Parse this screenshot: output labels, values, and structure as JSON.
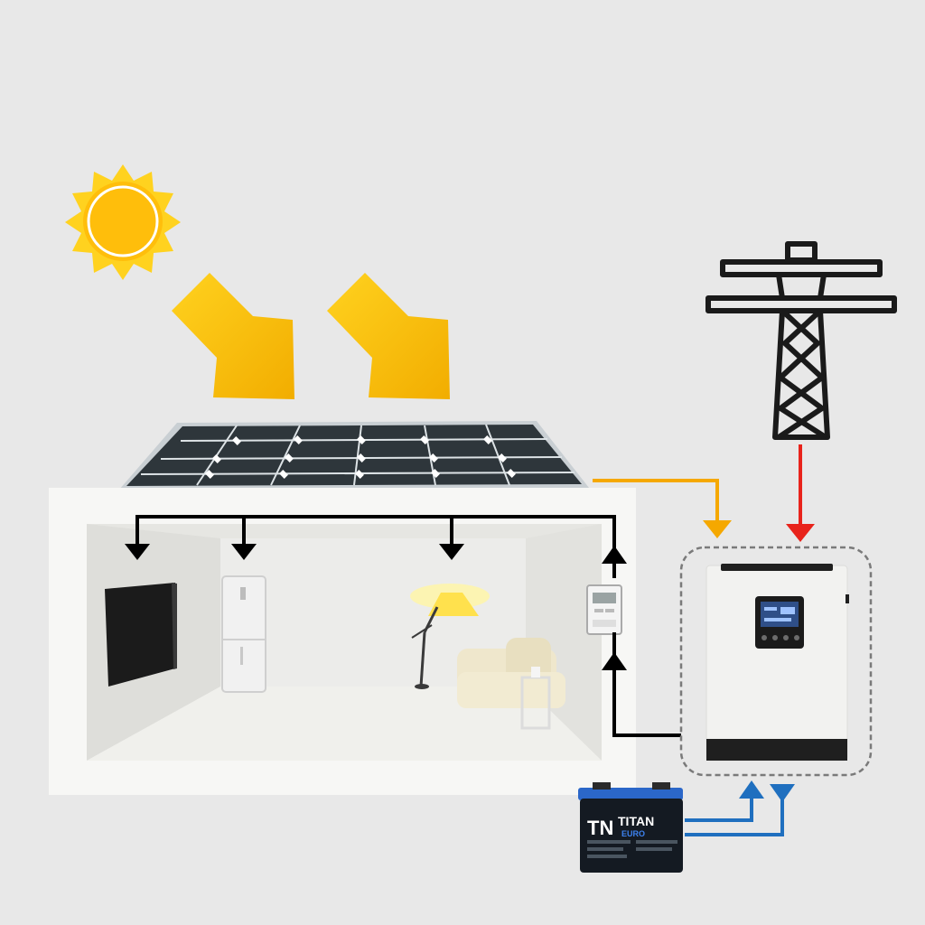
{
  "colors": {
    "background": "#e8e8e8",
    "sun": "#ffc20e",
    "sun_ray": "#ffd21f",
    "arrow": "#f5b800",
    "solar_line": "#f5a800",
    "grid_line": "#e8231b",
    "battery_line": "#1f6fbf",
    "load_line": "#000000",
    "tower": "#1a1a1a",
    "house_wall": "#f7f7f5",
    "house_inner": "#e9e9e6",
    "panel_cell": "#2b3338",
    "inverter_body": "#f2f2f0",
    "inverter_bar": "#1f1f1f",
    "battery_body": "#141a22",
    "battery_top": "#2b67c9"
  },
  "icons": {
    "sun": "sun-icon",
    "sun_arrows": "down-right-arrow-icon",
    "solar_panel": "solar-panel-icon",
    "transmission_tower": "power-pylon-icon",
    "inverter": "hybrid-inverter-icon",
    "battery": "car-battery-icon",
    "tv": "tv-icon",
    "fridge": "fridge-icon",
    "lamp": "floor-lamp-icon",
    "sofa": "sofa-icon",
    "meter": "electric-meter-icon"
  },
  "battery": {
    "logo_mark": "TN",
    "brand": "TITAN",
    "sub_brand": "EURO"
  }
}
